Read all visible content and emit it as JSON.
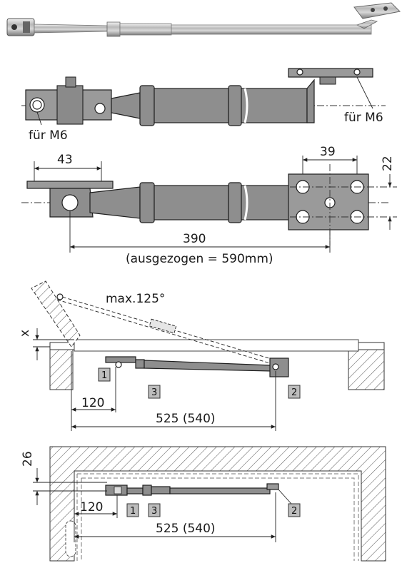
{
  "labels": {
    "fuer_m6_top_right": "für M6",
    "fuer_m6_left": "für M6",
    "dim_43": "43",
    "dim_39": "39",
    "dim_22": "22",
    "dim_390": "390",
    "extended_note": "(ausgezogen = 590mm)",
    "max_angle": "max.125°",
    "dim_x": "x",
    "dim_120_side": "120",
    "dim_525_side": "525 (540)",
    "dim_26": "26",
    "dim_120_top": "120",
    "dim_525_top": "525 (540)"
  },
  "markers": {
    "side_1": "1",
    "side_3": "3",
    "side_2": "2",
    "top_1": "1",
    "top_3": "3",
    "top_2": "2"
  }
}
